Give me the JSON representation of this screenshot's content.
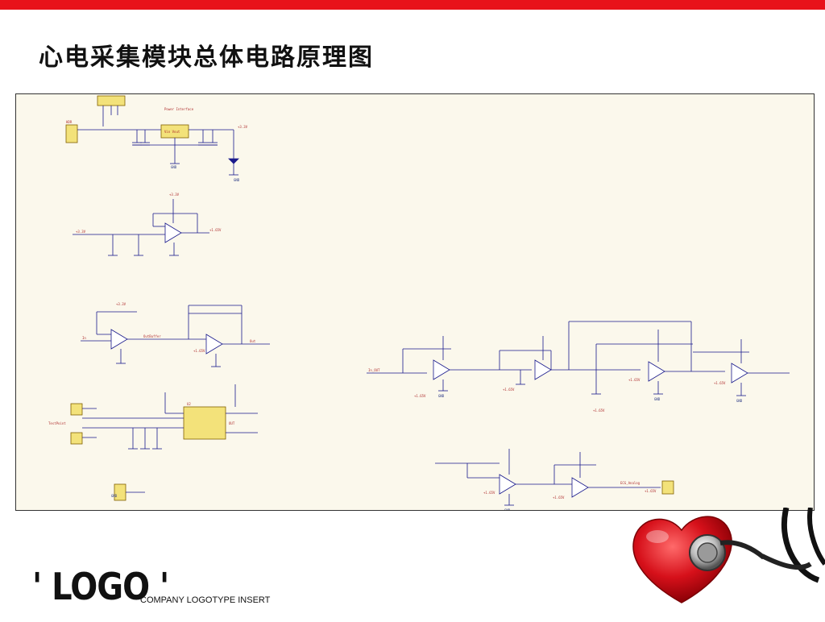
{
  "slide": {
    "title": "心电采集模块总体电路原理图"
  },
  "logo": {
    "mark": "' LOGO '",
    "tagline": "COMPANY LOGOTYPE INSERT"
  },
  "colors": {
    "top_bar": "#e8121a",
    "schematic_bg": "#fbf8ec",
    "wire": "#1a1a8c",
    "component": "#b03030",
    "heart": "#d6101a"
  }
}
